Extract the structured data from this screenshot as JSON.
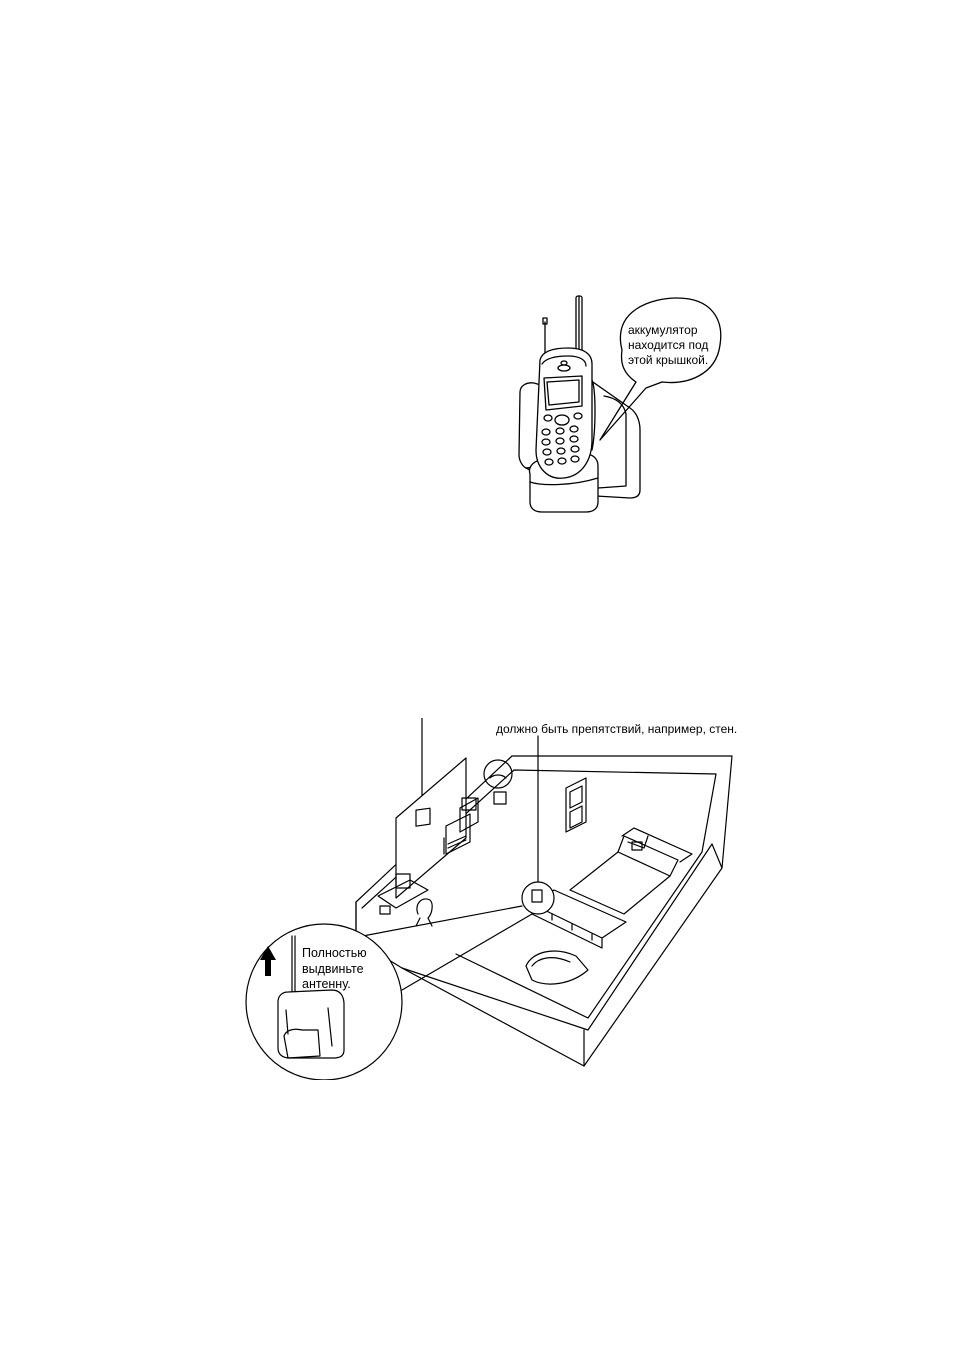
{
  "figures": {
    "phone_on_base": {
      "callout": "аккумулятор\nнаходится под\nэтой крышкой."
    },
    "room_placement": {
      "top_callout": "должно быть препятствий, например, стен.",
      "antenna_callout": "Полностью\nвыдвиньте\nантенну."
    }
  },
  "icons": {
    "up_arrow": "arrow-up-icon",
    "phone": "cordless-phone-icon",
    "base": "charging-base-icon"
  },
  "colors": {
    "ink": "#000000",
    "paper": "#ffffff"
  }
}
